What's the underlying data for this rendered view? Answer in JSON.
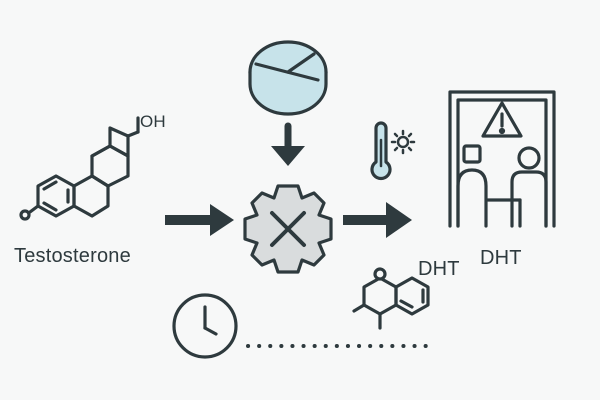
{
  "labels": {
    "input": "Testosterone",
    "oh_group": "OH",
    "product_molecule": "DHT",
    "product_room": "DHT"
  },
  "icons": {
    "pill": "pill-icon",
    "inhibitor": "gear-x-icon",
    "thermometer": "thermometer-icon",
    "sun": "sun-icon",
    "warning": "warning-icon",
    "clock": "clock-icon"
  },
  "colors": {
    "stroke": "#2e3a3e",
    "pill_fill": "#c7e3ea",
    "gear_fill": "#d9dcdd",
    "thermo_fill": "#c7e3ea",
    "background": "#f7f8f8"
  }
}
